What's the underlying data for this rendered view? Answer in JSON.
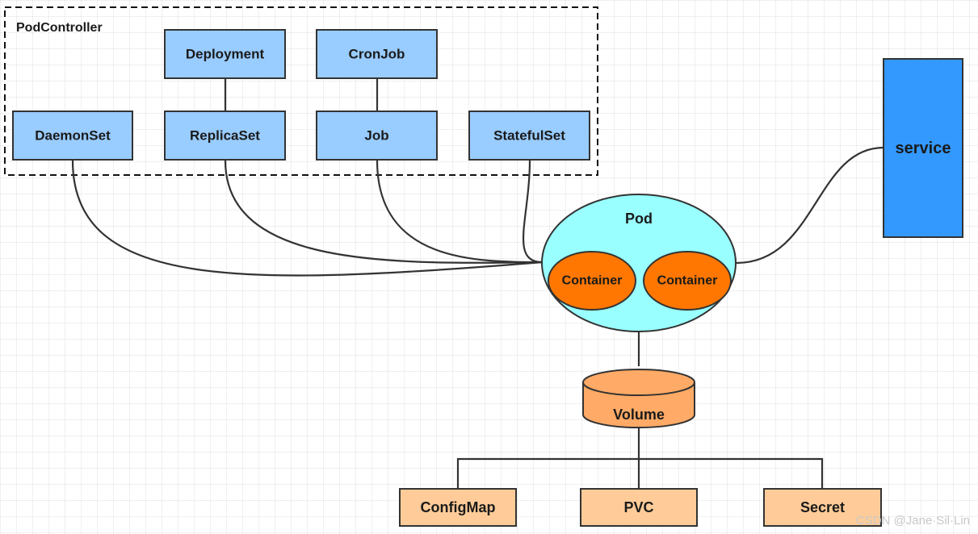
{
  "colors": {
    "controller_fill": "#99ccff",
    "pod_fill": "#99ffff",
    "container_fill": "#ff7700",
    "volume_fill": "#ffaa66",
    "config_fill": "#ffcc99",
    "service_fill": "#3399ff",
    "stroke": "#333333"
  },
  "group": {
    "label": "PodController"
  },
  "nodes": {
    "deployment": "Deployment",
    "cronjob": "CronJob",
    "daemonset": "DaemonSet",
    "replicaset": "ReplicaSet",
    "job": "Job",
    "statefulset": "StatefulSet",
    "service": "service",
    "pod": "Pod",
    "container_1": "Container",
    "container_2": "Container",
    "volume": "Volume",
    "configmap": "ConfigMap",
    "pvc": "PVC",
    "secret": "Secret"
  },
  "watermark": "CSDN @Jane·Sil·Lin"
}
